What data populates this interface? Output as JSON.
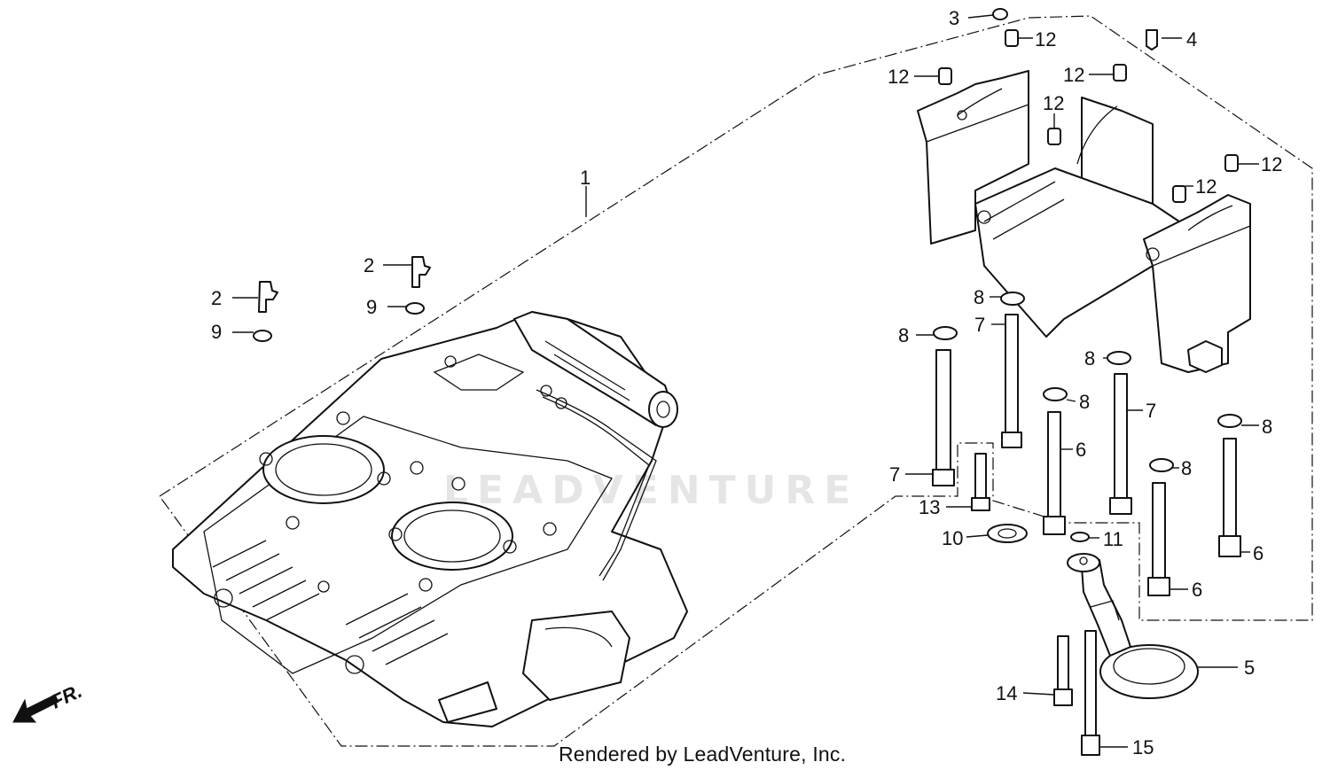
{
  "diagram": {
    "callouts": [
      {
        "id": "c1",
        "label": "1"
      },
      {
        "id": "c2a",
        "label": "2"
      },
      {
        "id": "c2b",
        "label": "2"
      },
      {
        "id": "c3",
        "label": "3"
      },
      {
        "id": "c4",
        "label": "4"
      },
      {
        "id": "c5",
        "label": "5"
      },
      {
        "id": "c6a",
        "label": "6"
      },
      {
        "id": "c6b",
        "label": "6"
      },
      {
        "id": "c6c",
        "label": "6"
      },
      {
        "id": "c7a",
        "label": "7"
      },
      {
        "id": "c7b",
        "label": "7"
      },
      {
        "id": "c7c",
        "label": "7"
      },
      {
        "id": "c8a",
        "label": "8"
      },
      {
        "id": "c8b",
        "label": "8"
      },
      {
        "id": "c8c",
        "label": "8"
      },
      {
        "id": "c8d",
        "label": "8"
      },
      {
        "id": "c8e",
        "label": "8"
      },
      {
        "id": "c8f",
        "label": "8"
      },
      {
        "id": "c9a",
        "label": "9"
      },
      {
        "id": "c9b",
        "label": "9"
      },
      {
        "id": "c10",
        "label": "10"
      },
      {
        "id": "c11",
        "label": "11"
      },
      {
        "id": "c12a",
        "label": "12"
      },
      {
        "id": "c12b",
        "label": "12"
      },
      {
        "id": "c12c",
        "label": "12"
      },
      {
        "id": "c12d",
        "label": "12"
      },
      {
        "id": "c12e",
        "label": "12"
      },
      {
        "id": "c12f",
        "label": "12"
      },
      {
        "id": "c13",
        "label": "13"
      },
      {
        "id": "c14",
        "label": "14"
      },
      {
        "id": "c15",
        "label": "15"
      }
    ],
    "front_marker": "FR.",
    "watermark": "LEADVENTURE",
    "credit": "Rendered by LeadVenture, Inc."
  }
}
